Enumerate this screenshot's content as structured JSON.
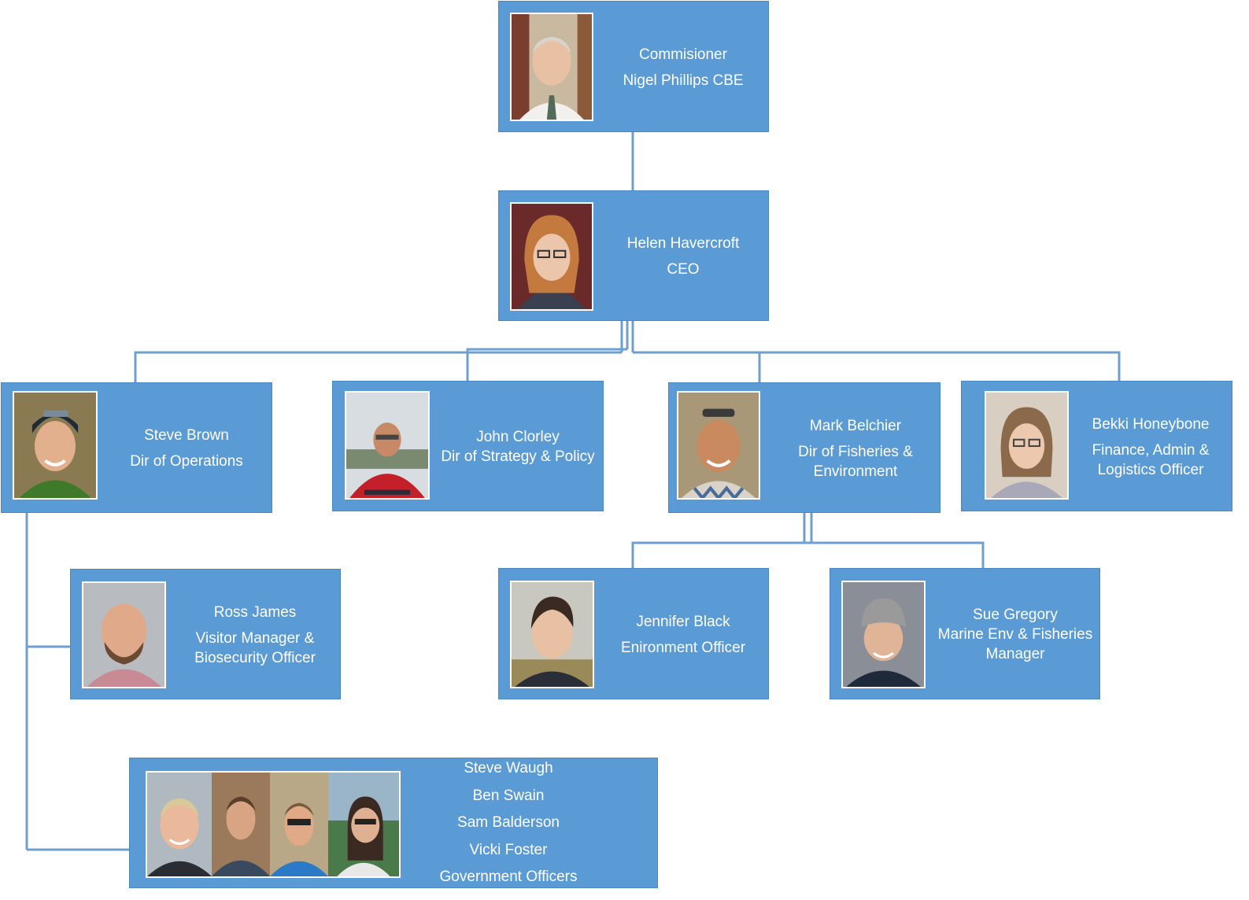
{
  "colors": {
    "box": "#5b9bd5",
    "line": "#6f9fcf",
    "text": "#ffffff"
  },
  "nodes": {
    "commissioner": {
      "title": "Commisioner",
      "name": "Nigel Phillips CBE"
    },
    "ceo": {
      "name": "Helen Havercroft",
      "title": "CEO"
    },
    "steve_brown": {
      "name": "Steve Brown",
      "title": "Dir of Operations"
    },
    "john_clorley": {
      "name": "John Clorley",
      "title": "Dir of Strategy & Policy"
    },
    "mark_belchier": {
      "name": "Mark Belchier",
      "title_1": "Dir of Fisheries &",
      "title_2": "Environment"
    },
    "bekki_honeybone": {
      "name": "Bekki Honeybone",
      "title_1": "Finance, Admin &",
      "title_2": "Logistics Officer"
    },
    "ross_james": {
      "name": "Ross James",
      "title_1": "Visitor Manager &",
      "title_2": "Biosecurity Officer"
    },
    "jennifer_black": {
      "name": "Jennifer Black",
      "title": "Enironment Officer"
    },
    "sue_gregory": {
      "name": "Sue Gregory",
      "title_1": "Marine Env & Fisheries",
      "title_2": "Manager"
    },
    "gov_officers": {
      "names": [
        "Steve Waugh",
        "Ben Swain",
        "Sam Balderson",
        "Vicki Foster"
      ],
      "title": "Government Officers"
    }
  }
}
